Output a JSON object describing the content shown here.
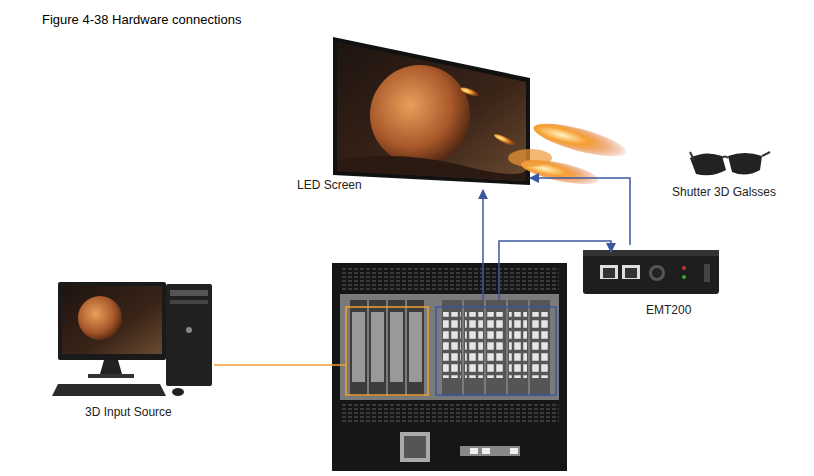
{
  "diagram": {
    "title": "Figure 4-38 Hardware connections",
    "nodes": [
      {
        "text": [
          "LED Screen"
        ]
      },
      {
        "text": [
          "Shutter 3D Galsses"
        ]
      },
      {
        "text": [
          "3D Input Source"
        ]
      },
      {
        "text": [
          "EMT200"
        ]
      }
    ],
    "edges": [
      {
        "from": 3,
        "to": 0,
        "arrow": "to"
      }
    ]
  }
}
